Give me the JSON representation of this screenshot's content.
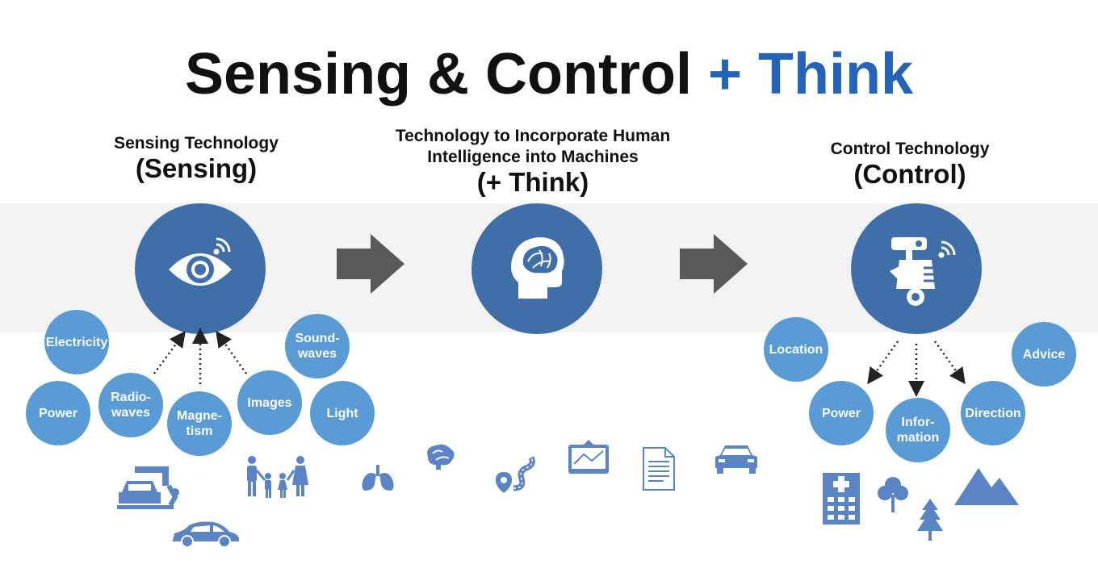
{
  "title": {
    "main": "Sensing & Control",
    "accent": "+ Think"
  },
  "sensing": {
    "sub": "Sensing Technology",
    "main": "(Sensing)"
  },
  "think": {
    "sub_line1": "Technology to Incorporate Human",
    "sub_line2": "Intelligence into Machines",
    "main": "(+ Think)"
  },
  "control": {
    "sub": "Control Technology",
    "main": "(Control)"
  },
  "sensing_inputs": [
    "Electricity",
    "Power",
    "Radio-\nwaves",
    "Magne-\ntism",
    "Images",
    "Sound-\nwaves",
    "Light"
  ],
  "control_outputs": [
    "Location",
    "Power",
    "Infor-\nmation",
    "Direction",
    "Advice"
  ],
  "colors": {
    "accent": "#2563b8",
    "circle_dark": "#3f6ea8",
    "circle_light": "#5a9bd5",
    "icon": "#5b84c4",
    "arrow": "#595959",
    "band": "#f2f2f2"
  },
  "icons": {
    "sensing_circle": "eye-wireless-icon",
    "think_circle": "head-brain-icon",
    "control_circle": "robot-wireless-icon",
    "bottom": [
      "car-factory-robot-icon",
      "car-icon",
      "family-icon",
      "lungs-icon",
      "brain-icon",
      "route-pin-icon",
      "map-screen-icon",
      "document-icon",
      "car-front-icon",
      "hospital-building-icon",
      "tree-icon",
      "pine-tree-icon",
      "mountain-icon"
    ]
  }
}
